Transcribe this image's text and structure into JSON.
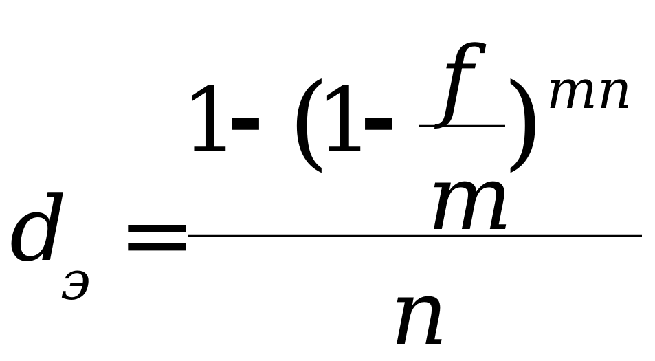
{
  "formula": {
    "lhs": {
      "variable": "d",
      "subscript": "э"
    },
    "equals": "=",
    "numerator": {
      "one": "1",
      "minus1": "-",
      "open_paren": "(",
      "inner_one": "1",
      "minus2": "-",
      "inner_fraction": {
        "numerator": "f",
        "denominator": "m"
      },
      "close_paren": ")",
      "exponent": "mn"
    },
    "denominator": "n",
    "colors": {
      "ink": "#000000",
      "background": "#ffffff"
    }
  }
}
